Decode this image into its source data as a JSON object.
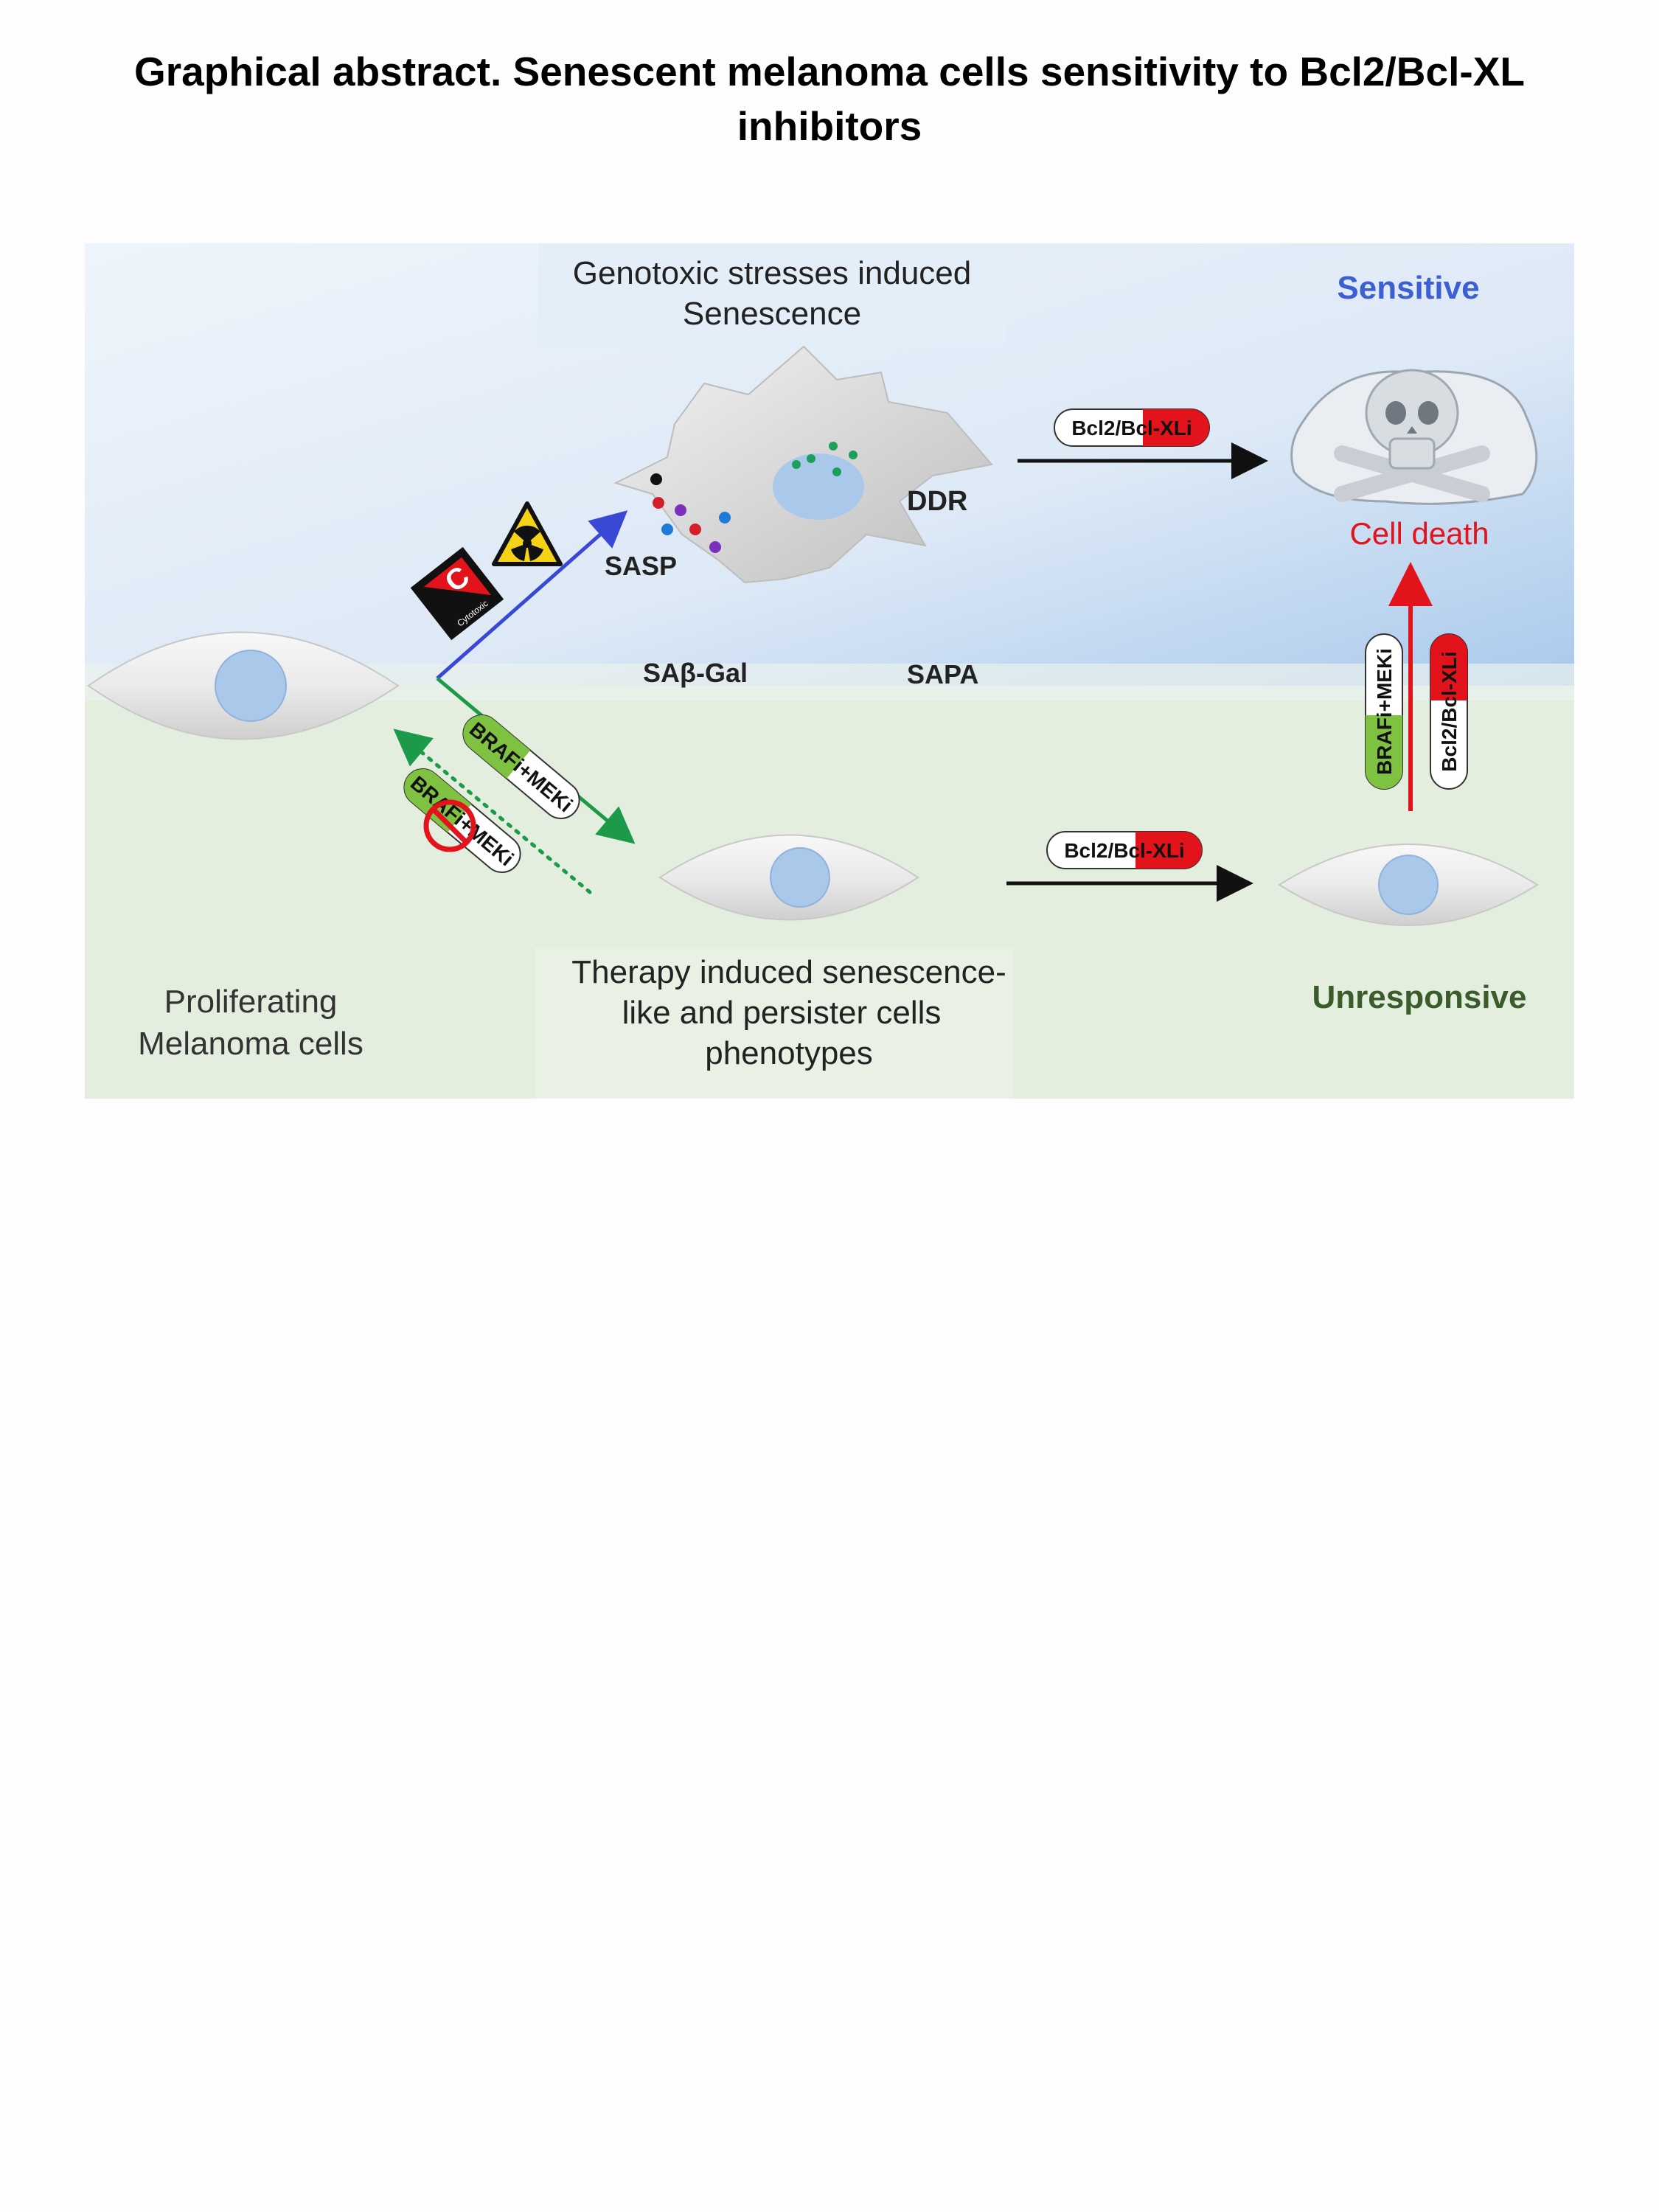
{
  "title": {
    "line1": "Graphical abstract. Senescent melanoma cells sensitivity to Bcl2/Bcl-XL",
    "line2": "inhibitors"
  },
  "colors": {
    "top_bg": "#d6e6f6",
    "bottom_bg": "#e4eedf",
    "nucleus": "#a9c8ea",
    "blue_arrow": "#3a48d6",
    "green_arrow": "#1c9a4a",
    "red": "#e3131b",
    "pill_green": "#7fc140",
    "sensitive": "#3c5fd3",
    "unresponsive": "#3b5c2a"
  },
  "icons": {
    "cytotoxic": "cytotoxic-icon",
    "radiation": "radiation-icon",
    "skull": "skull-crossbones-icon",
    "prohibited": "prohibited-icon"
  },
  "labels": {
    "genotoxic_line1": "Genotoxic stresses induced",
    "genotoxic_line2": "Senescence",
    "sensitive": "Sensitive",
    "cell_death": "Cell death",
    "ddr": "DDR",
    "sasp": "SASP",
    "sabgal": "SAβ-Gal",
    "sapa": "SAPA",
    "proliferating_line1": "Proliferating",
    "proliferating_line2": "Melanoma  cells",
    "therapy_line1": "Therapy induced senescence-",
    "therapy_line2": "like and persister cells",
    "therapy_line3": "phenotypes",
    "unresponsive": "Unresponsive",
    "cytotoxic_small": "Cytotoxic",
    "cytotoxic_letter": "C"
  },
  "pills": {
    "bcl_top": "Bcl2/Bcl-XLi",
    "bcl_bottom": "Bcl2/Bcl-XLi",
    "braf_diag": "BRAFi+MEKi",
    "braf_blocked": "BRAFi+MEKi",
    "braf_vertical": "BRAFi+MEKi",
    "bcl_vertical": "Bcl2/Bcl-XLi"
  }
}
